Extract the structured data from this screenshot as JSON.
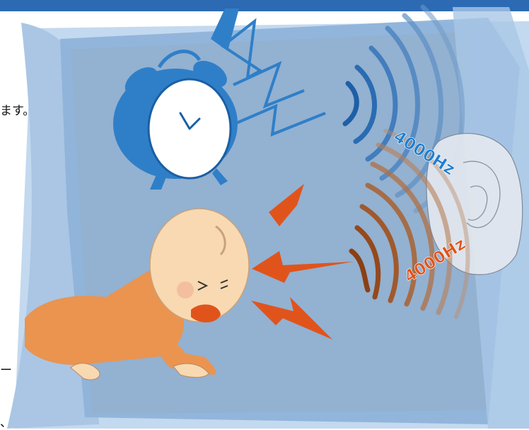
{
  "fragments": {
    "line1": "ます。",
    "line2": "ー",
    "line3": "、"
  },
  "labels": {
    "clock_freq": "4000Hz",
    "baby_freq": "4000Hz"
  },
  "colors": {
    "panel_blue": "#8fb3d9",
    "panel_light": "#b9d3ec",
    "clock_blue": "#2f7fc8",
    "clock_label": "#1f7fd0",
    "baby_label": "#e0541c",
    "wave_brown": "#a65a2a",
    "baby_suit": "#ea9450",
    "baby_skin": "#f8d9b2"
  },
  "icons": {
    "clock": "alarm-clock-icon",
    "ear": "ear-icon",
    "baby": "crying-baby-icon"
  }
}
